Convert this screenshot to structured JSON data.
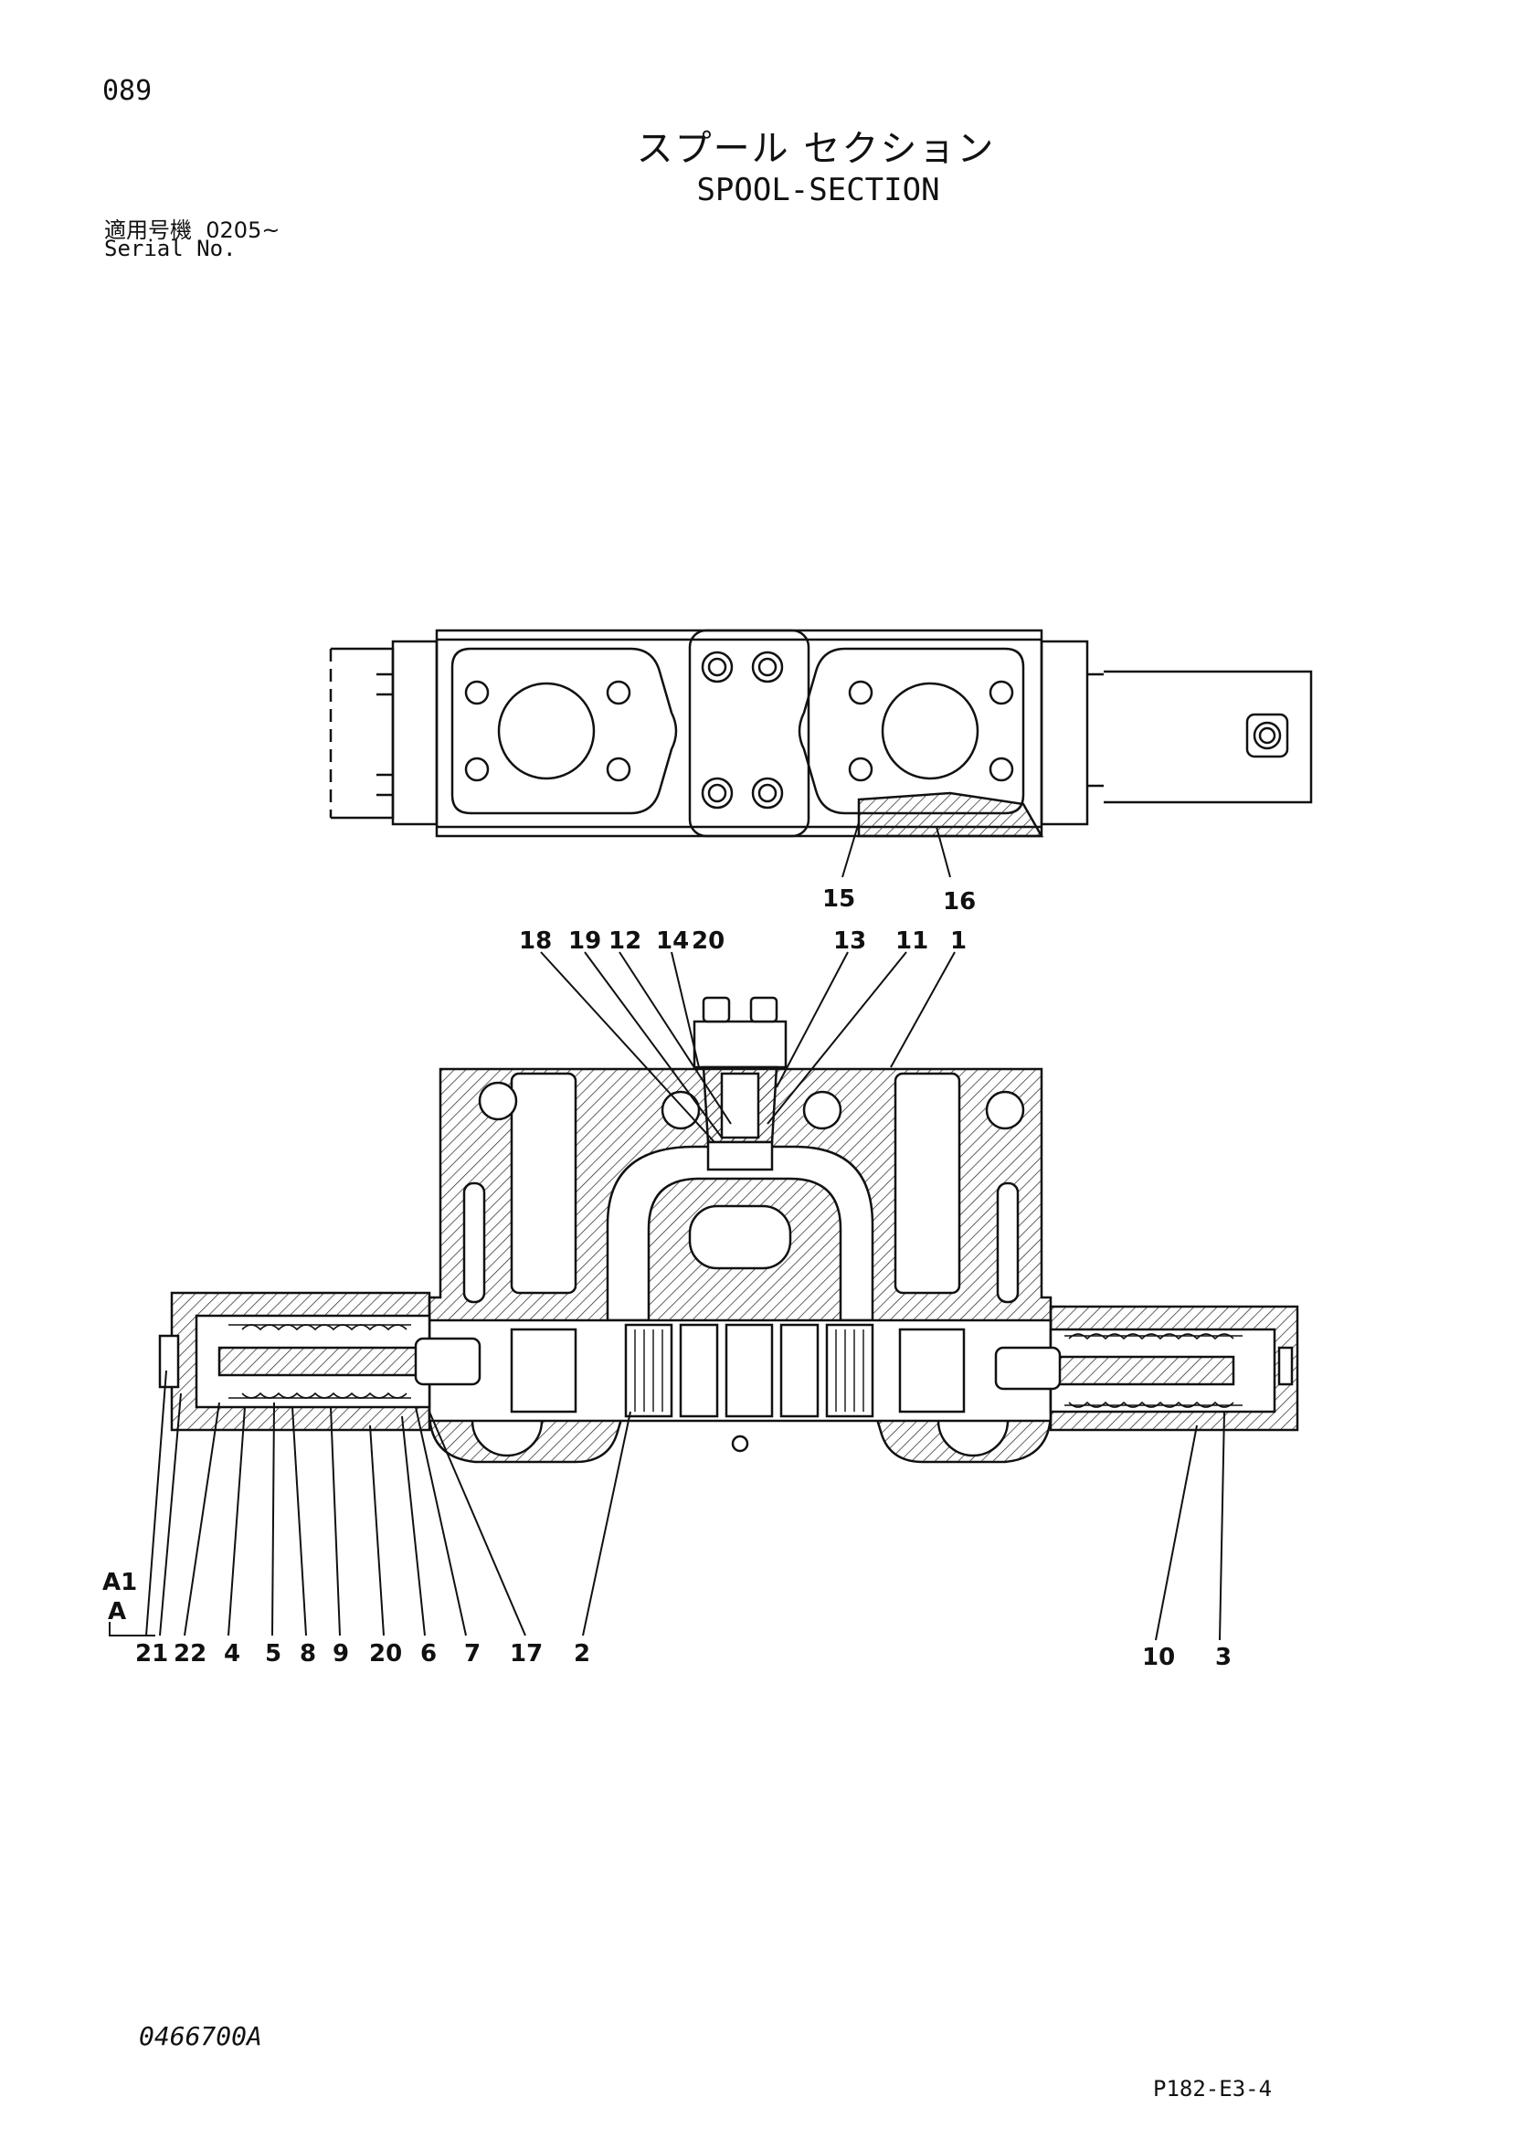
{
  "header": {
    "page_number": "089",
    "title_jp": "スプール セクション",
    "title_en": "SPOOL-SECTION",
    "serial_label_jp": "適用号機",
    "serial_value": "0205~",
    "serial_label_en": "Serial No."
  },
  "footer": {
    "doc_code": "0466700A",
    "ref_code": "P182-E3-4"
  },
  "callouts": {
    "top_view": [
      "15",
      "16"
    ],
    "upper": [
      "18",
      "19",
      "12",
      "14",
      "20",
      "13",
      "11",
      "1"
    ],
    "lower": [
      "21",
      "22",
      "4",
      "5",
      "8",
      "9",
      "20",
      "6",
      "7",
      "17",
      "2",
      "10",
      "3"
    ],
    "section_marks": [
      "A1",
      "A"
    ]
  },
  "colors": {
    "ink": "#111111",
    "paper": "#ffffff"
  }
}
